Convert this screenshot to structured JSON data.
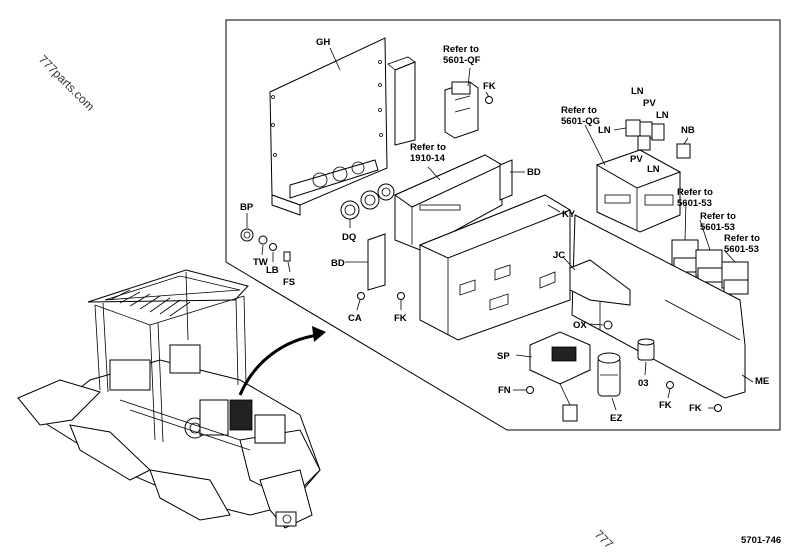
{
  "watermark": "777parts.com",
  "watermark_bottom": "777",
  "figure_code": "5701-746",
  "refs": {
    "qf": [
      "Refer to",
      "5601-QF"
    ],
    "r1910": [
      "Refer to",
      "1910-14"
    ],
    "qg": [
      "Refer to",
      "5601-QG"
    ],
    "r53a": [
      "Refer to",
      "5601-53"
    ],
    "r53b": [
      "Refer to",
      "5601-53"
    ],
    "r53c": [
      "Refer to",
      "5601-53"
    ]
  },
  "callouts": {
    "GH": "GH",
    "FK1": "FK",
    "BD1": "BD",
    "KY": "KY",
    "BP": "BP",
    "TW": "TW",
    "LB": "LB",
    "FS": "FS",
    "DQ": "DQ",
    "BD2": "BD",
    "CA": "CA",
    "FK2": "FK",
    "JC": "JC",
    "OX": "OX",
    "SP": "SP",
    "FN": "FN",
    "EZ": "EZ",
    "O3": "03",
    "FK3": "FK",
    "FK4": "FK",
    "ME": "ME",
    "LN1": "LN",
    "LN2": "LN",
    "LN3": "LN",
    "LN4": "LN",
    "PV1": "PV",
    "PV2": "PV",
    "NB": "NB"
  }
}
